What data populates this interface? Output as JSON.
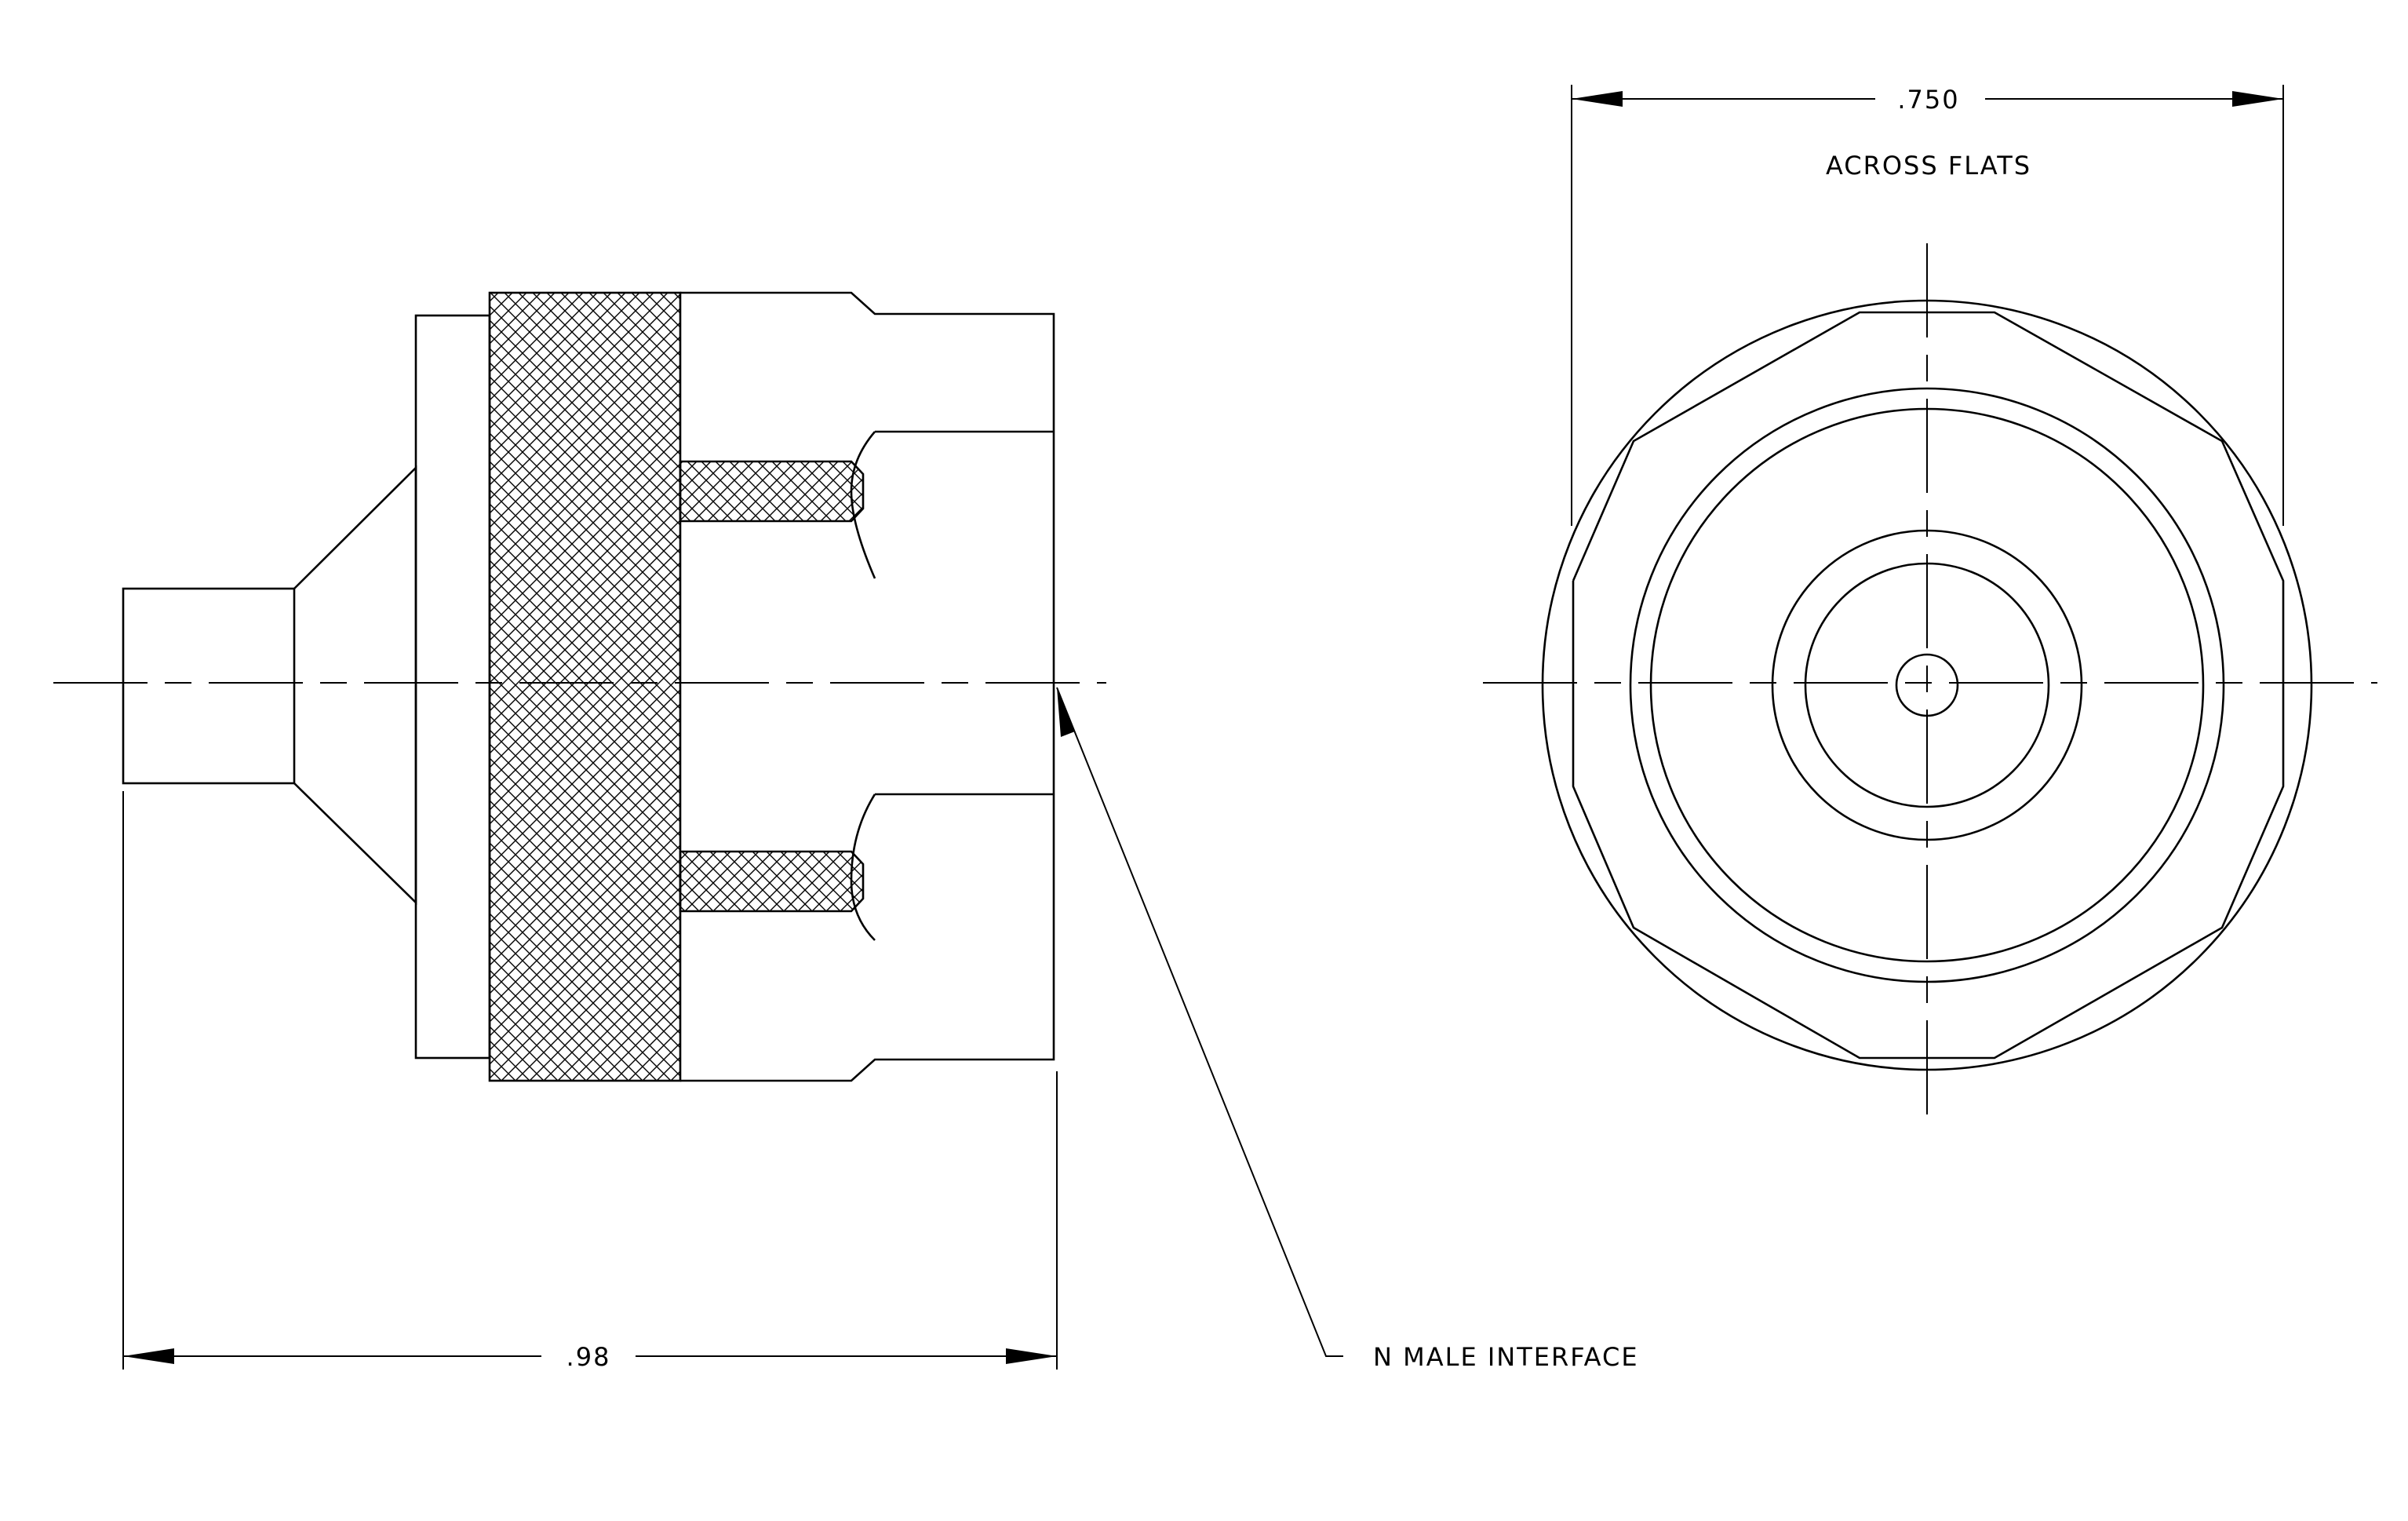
{
  "side_view": {
    "overall_length_dim": ".98"
  },
  "end_view": {
    "across_flats_dim": ".750",
    "across_flats_note": "ACROSS FLATS"
  },
  "callouts": {
    "interface": "N MALE INTERFACE"
  },
  "colors": {
    "line": "#000000",
    "background": "#ffffff"
  }
}
